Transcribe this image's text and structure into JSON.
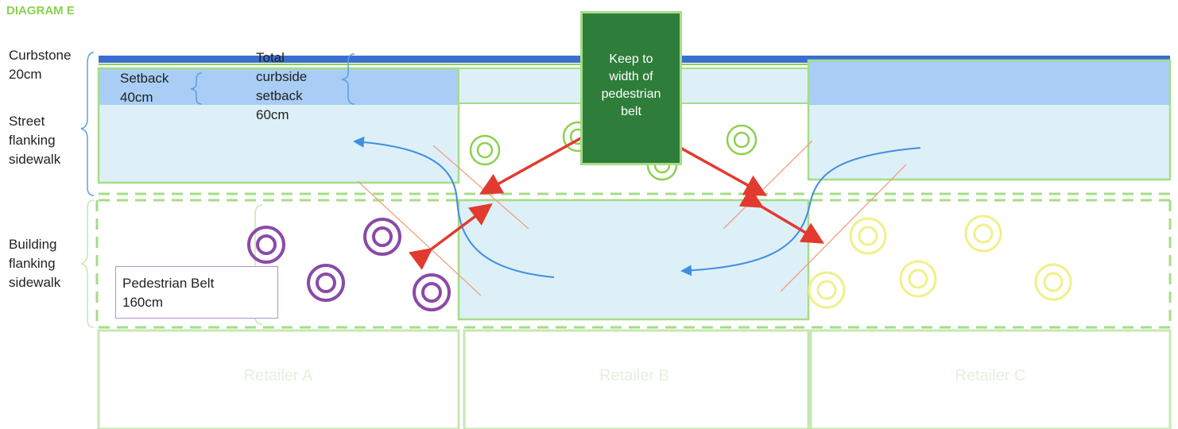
{
  "title": "DIAGRAM E",
  "labels": {
    "curbstone": "Curbstone\n20cm",
    "setback": "Setback\n40cm",
    "total_setback": "Total\ncurbside\nsetback\n60cm",
    "street_flanking": "Street\nflanking\nsidewalk",
    "building_flanking": "Building\nflanking\nsidewalk",
    "pedestrian_belt": "Pedestrian Belt\n160cm"
  },
  "callout": "Keep to\nwidth of\npedestrian\nbelt",
  "retailers": [
    "Retailer A",
    "Retailer B",
    "Retailer C"
  ],
  "colors": {
    "curb": "#3a6fd0",
    "setback_fill": "#a9cdf4",
    "sidewalk_fill": "#ddf0f8",
    "outline_green": "#a5dd87",
    "callout_fill": "#2f7d3a",
    "arrow_red": "#e23a2e",
    "arrow_blue": "#3f8fe0",
    "bracket_blue": "#5aa0e0",
    "ring_purple": "#8a4aa8",
    "ring_green": "#8bd14f",
    "ring_yellow": "#f0f08a",
    "title_green": "#8bd14f"
  }
}
